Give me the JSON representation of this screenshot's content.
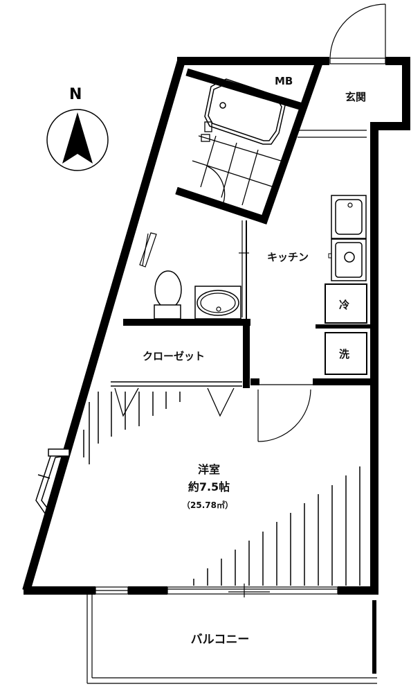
{
  "compass": {
    "label": "N",
    "icon": "north-arrow-icon"
  },
  "rooms": {
    "mb": {
      "label": "MB"
    },
    "entrance": {
      "label": "玄関"
    },
    "kitchen": {
      "label": "キッチン"
    },
    "fridge": {
      "label": "冷"
    },
    "washer": {
      "label": "洗"
    },
    "closet": {
      "label": "クローゼット"
    },
    "western_room": {
      "label": "洋室",
      "size": "約7.5帖",
      "area": "（25.78㎡）"
    },
    "balcony": {
      "label": "バルコニー"
    }
  },
  "colors": {
    "wall": "#000000",
    "background": "#ffffff",
    "text": "#111111"
  }
}
